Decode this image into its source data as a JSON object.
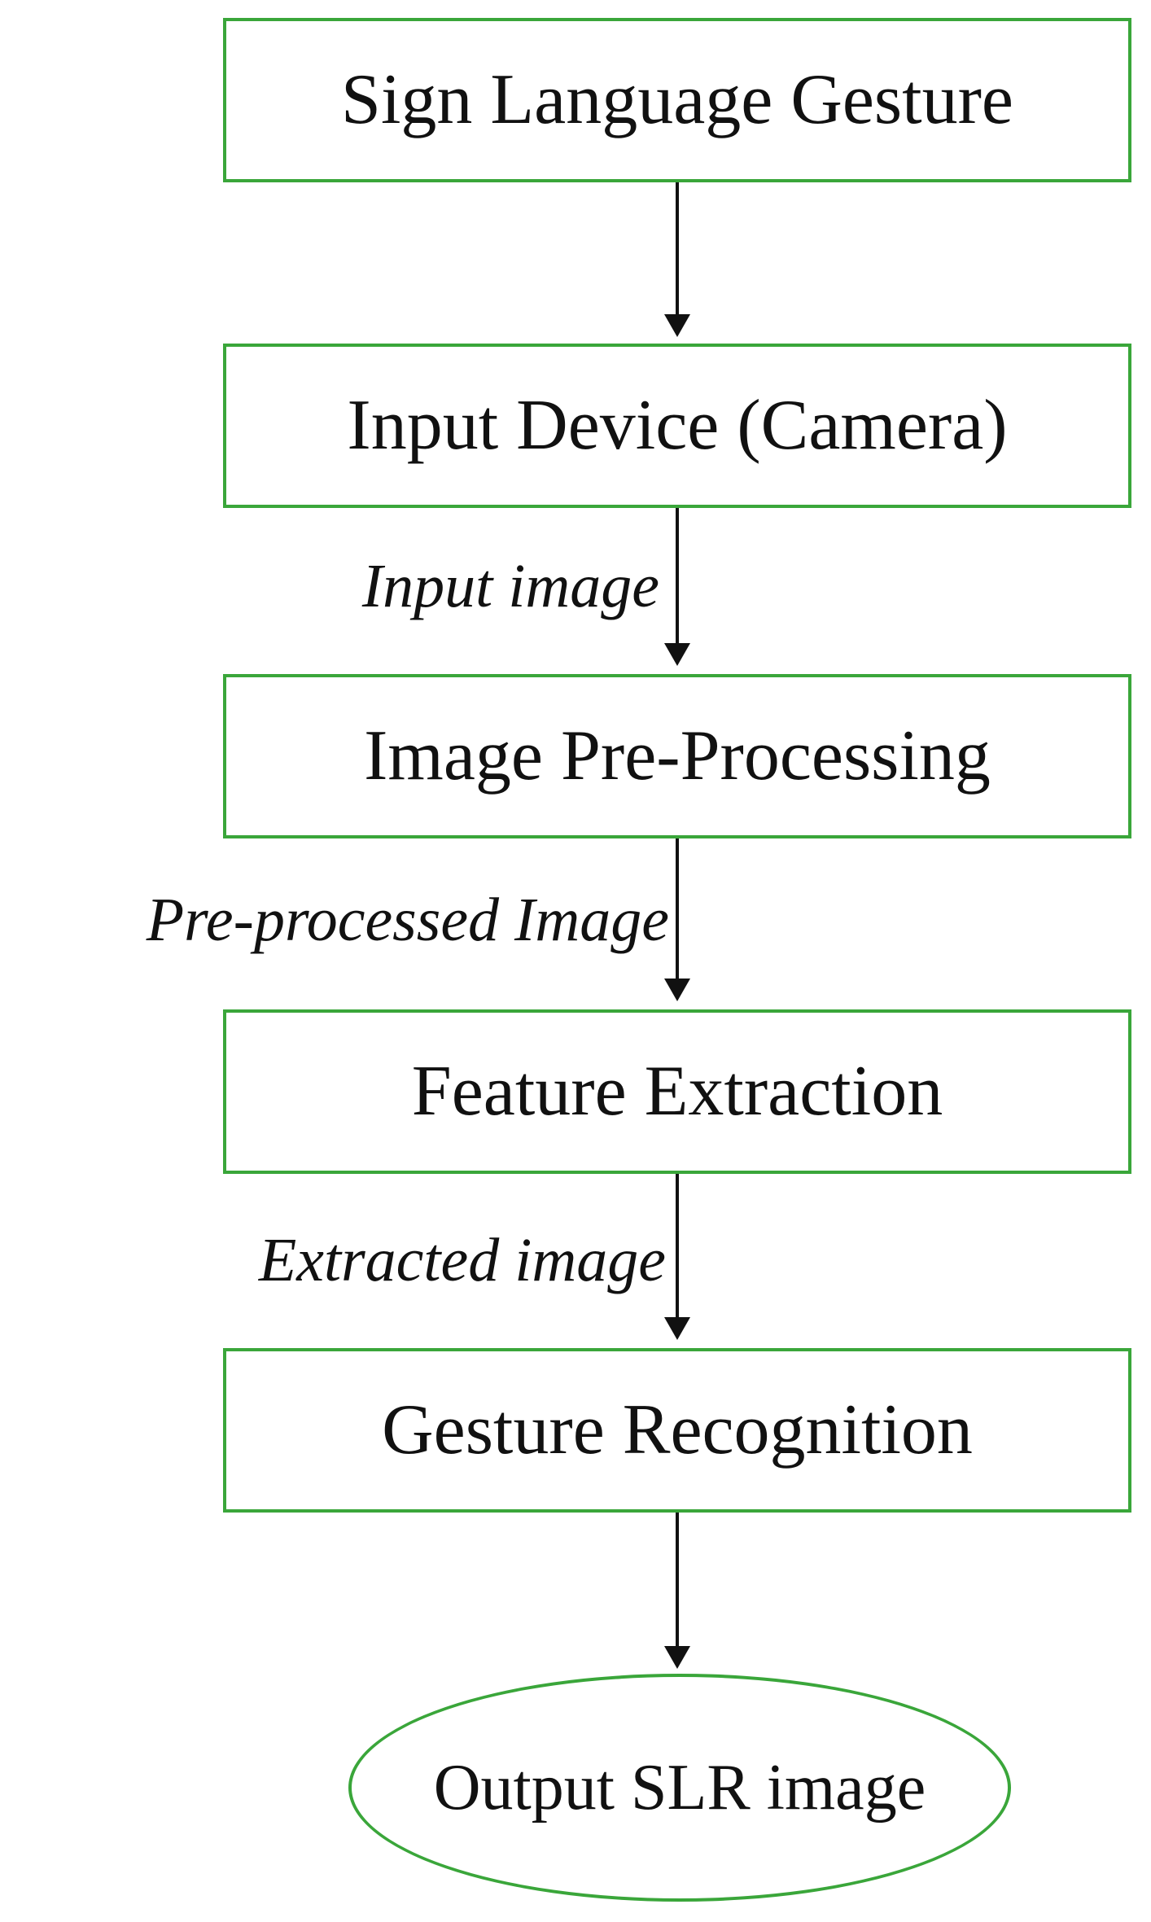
{
  "diagram": {
    "nodes": [
      {
        "id": "n1",
        "label": "Sign Language Gesture",
        "shape": "rect"
      },
      {
        "id": "n2",
        "label": "Input Device (Camera)",
        "shape": "rect"
      },
      {
        "id": "n3",
        "label": "Image Pre-Processing",
        "shape": "rect"
      },
      {
        "id": "n4",
        "label": "Feature Extraction",
        "shape": "rect"
      },
      {
        "id": "n5",
        "label": "Gesture Recognition",
        "shape": "rect"
      },
      {
        "id": "n6",
        "label": "Output SLR image",
        "shape": "ellipse"
      }
    ],
    "edges": [
      {
        "from": "n1",
        "to": "n2",
        "label": ""
      },
      {
        "from": "n2",
        "to": "n3",
        "label": "Input image"
      },
      {
        "from": "n3",
        "to": "n4",
        "label": "Pre-processed Image"
      },
      {
        "from": "n4",
        "to": "n5",
        "label": "Extracted image"
      },
      {
        "from": "n5",
        "to": "n6",
        "label": ""
      }
    ],
    "colors": {
      "node_border": "#3aa63a",
      "arrow": "#111111",
      "text": "#111111",
      "background": "#ffffff"
    }
  }
}
